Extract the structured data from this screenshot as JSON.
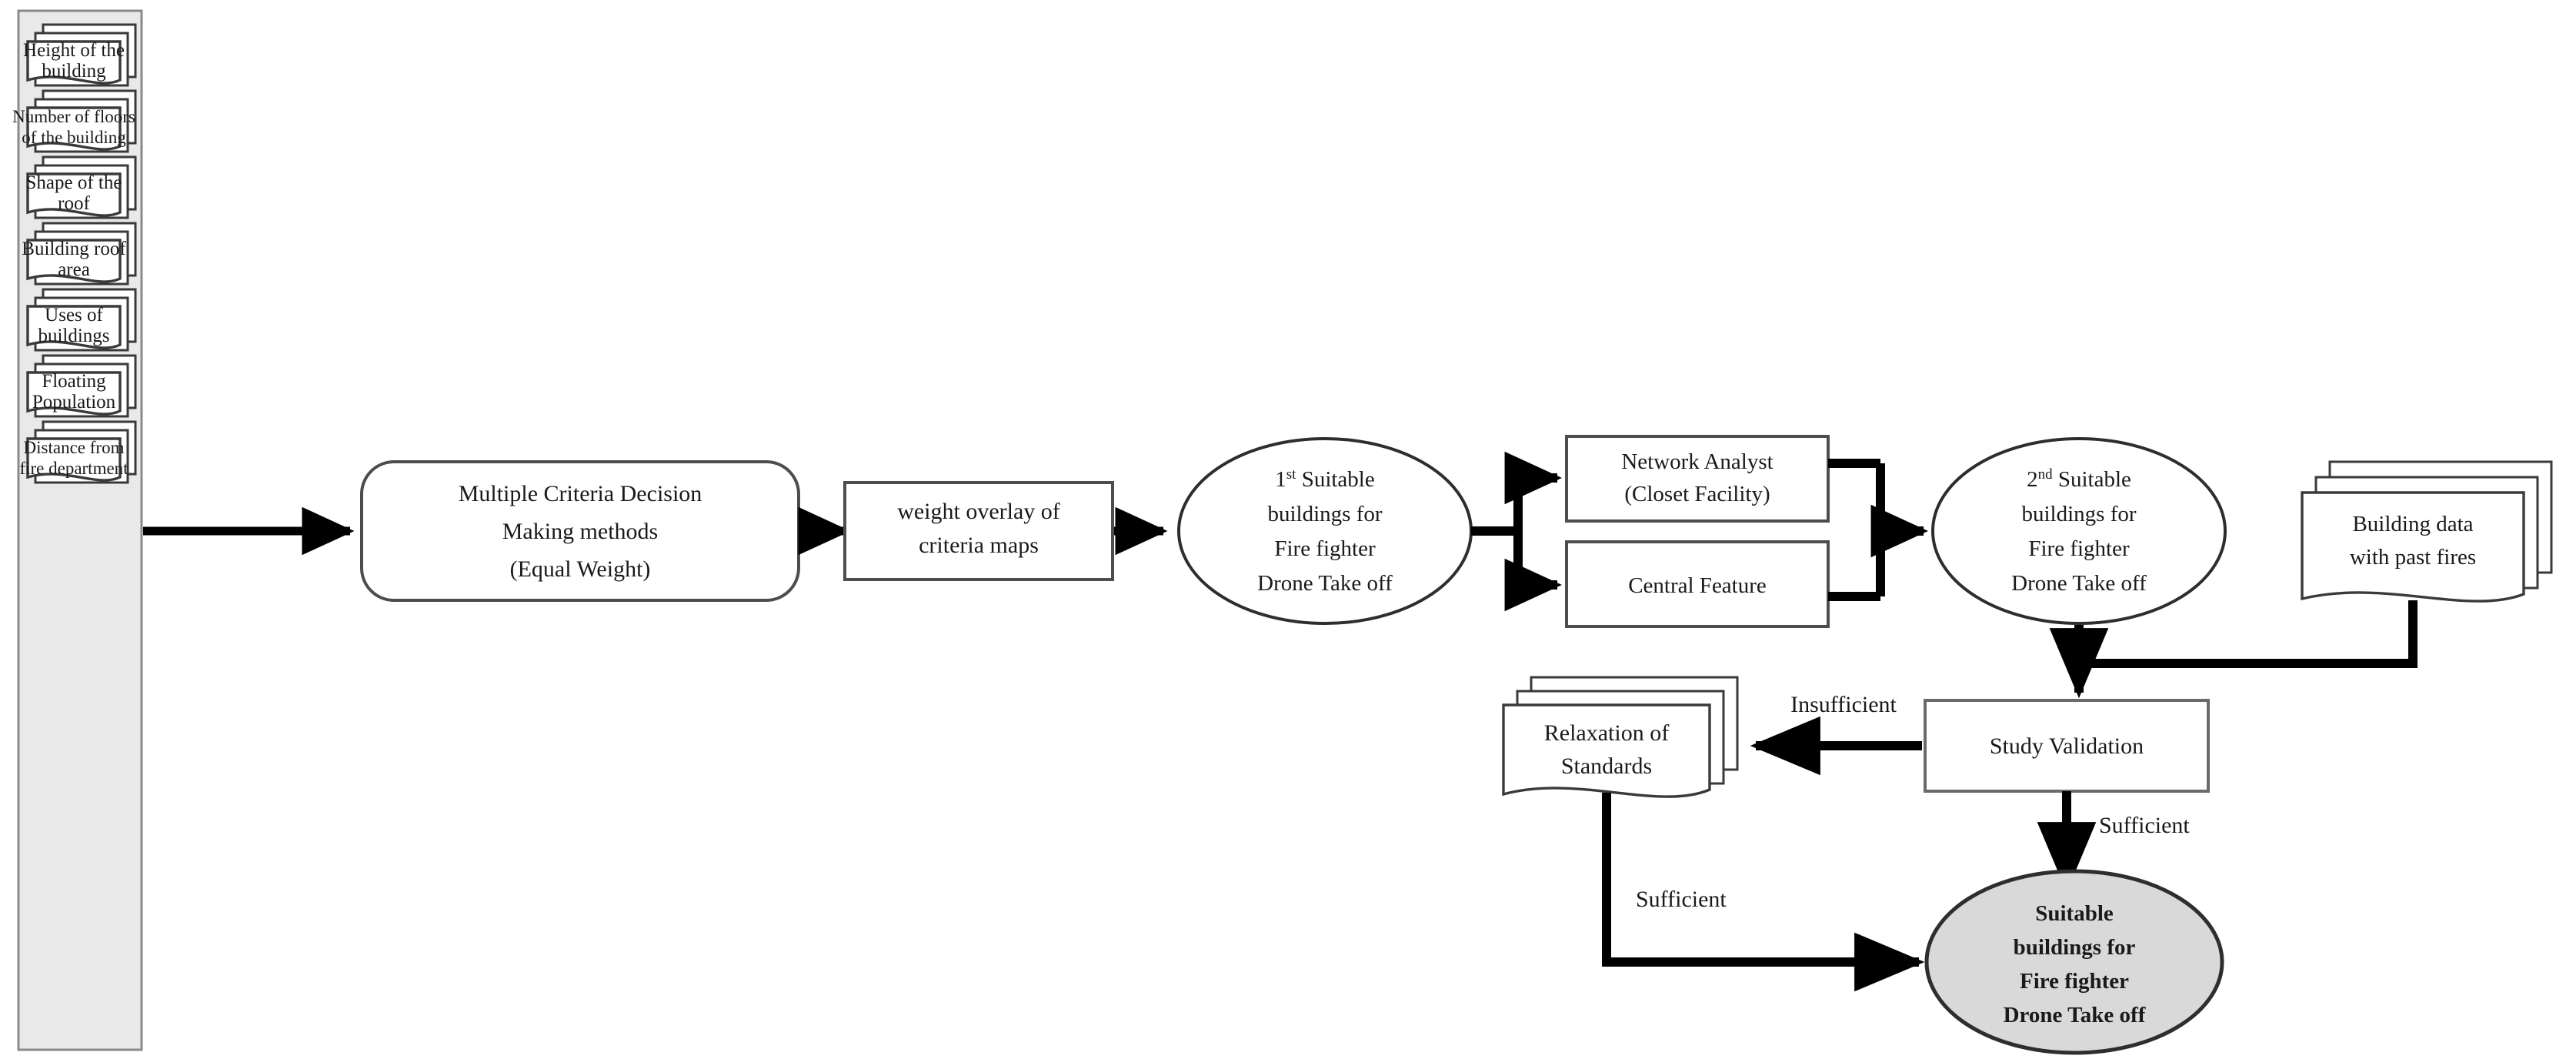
{
  "diagram": {
    "title": "Fire fighter drone take-off site selection workflow",
    "colors": {
      "panel_fill": "#e9e9e9",
      "panel_stroke": "#7a7a7a",
      "node_fill": "#ffffff",
      "node_stroke": "#4d4d4d",
      "result_fill": "#d9d9d9",
      "arrow": "#000000",
      "text": "#1a1a1a"
    },
    "criteria_panel": {
      "name": "criteria-inputs-panel",
      "items": [
        {
          "id": "height-of-the-building",
          "line1": "Height of the",
          "line2": "building"
        },
        {
          "id": "number-of-floors-of-the-building",
          "line1": "Number of floors",
          "line2": "of the building"
        },
        {
          "id": "shape-of-the-roof",
          "line1": "Shape of the",
          "line2": "roof"
        },
        {
          "id": "building-roof-area",
          "line1": "Building roof",
          "line2": "area"
        },
        {
          "id": "uses-of-buildings",
          "line1": "Uses of",
          "line2": "buildings"
        },
        {
          "id": "floating-population",
          "line1": "Floating",
          "line2": "Population"
        },
        {
          "id": "distance-from-fire-department",
          "line1": "Distance from",
          "line2": "fire department"
        }
      ]
    },
    "nodes": {
      "mcdm": {
        "id": "multiple-criteria-decision-making",
        "shape": "rounded-rectangle",
        "line1": "Multiple Criteria Decision",
        "line2": "Making methods",
        "line3": "(Equal Weight)"
      },
      "weight_overlay": {
        "id": "weight-overlay-of-criteria-maps",
        "shape": "rectangle",
        "line1": "weight overlay of",
        "line2": "criteria maps"
      },
      "first_suitable": {
        "id": "first-suitable-buildings",
        "shape": "ellipse",
        "ordinal": "1",
        "ordinal_suffix": "st",
        "line1_rest": " Suitable",
        "line2": "buildings for",
        "line3": "Fire fighter",
        "line4": "Drone Take off"
      },
      "network_analyst": {
        "id": "network-analyst-closet-facility",
        "shape": "rectangle",
        "line1": "Network Analyst",
        "line2": "(Closet Facility)"
      },
      "central_feature": {
        "id": "central-feature",
        "shape": "rectangle",
        "line1": "Central Feature"
      },
      "second_suitable": {
        "id": "second-suitable-buildings",
        "shape": "ellipse",
        "ordinal": "2",
        "ordinal_suffix": "nd",
        "line1_rest": " Suitable",
        "line2": "buildings for",
        "line3": "Fire fighter",
        "line4": "Drone Take off"
      },
      "building_data": {
        "id": "building-data-with-past-fires",
        "shape": "stacked-document",
        "line1": "Building data",
        "line2": "with past fires"
      },
      "study_validation": {
        "id": "study-validation",
        "shape": "rectangle",
        "line1": "Study Validation"
      },
      "relaxation": {
        "id": "relaxation-of-standards",
        "shape": "stacked-document",
        "line1": "Relaxation of",
        "line2": "Standards"
      },
      "final_result": {
        "id": "final-suitable-buildings",
        "shape": "ellipse",
        "emphasis": "bold",
        "line1": "Suitable",
        "line2": "buildings for",
        "line3": "Fire fighter",
        "line4": "Drone Take off"
      }
    },
    "edge_labels": {
      "insufficient": "Insufficient",
      "sufficient_from_validation": "Sufficient",
      "sufficient_from_relaxation": "Sufficient"
    }
  }
}
